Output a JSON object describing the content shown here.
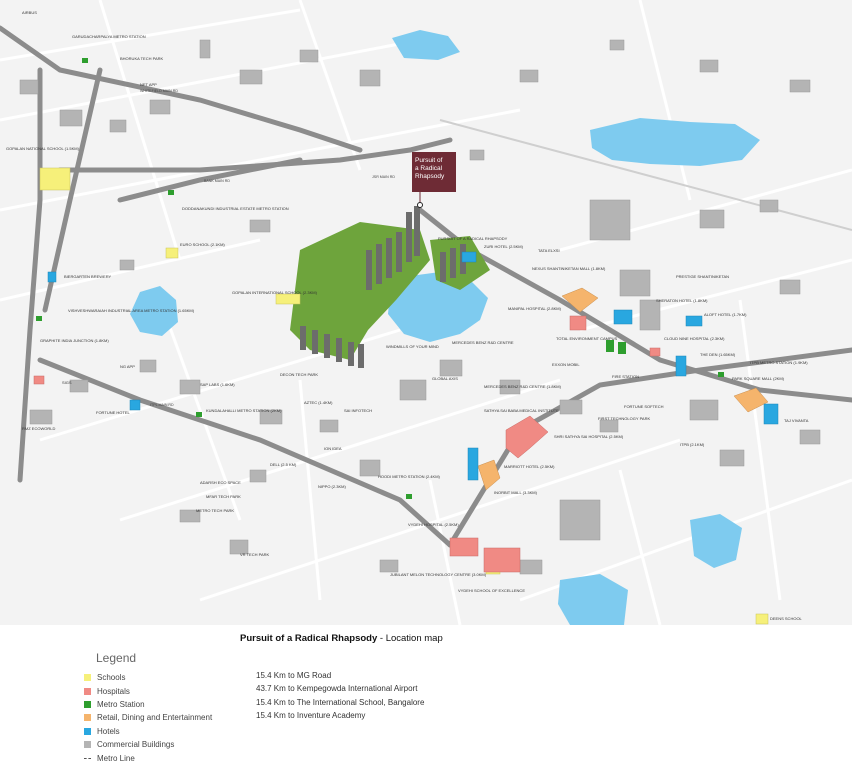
{
  "colors": {
    "schools": "#f6f07a",
    "hospitals": "#f08a84",
    "metro_station": "#2e9e2e",
    "retail": "#f5b46c",
    "hotels": "#29a7e0",
    "commercial": "#b4b4b4",
    "water": "#7ecbef",
    "project_green": "#6ea43c",
    "callout": "#6e2b35",
    "road": "#8c8c8c"
  },
  "callout": {
    "title_line1": "Pursuit of",
    "title_line2": "a Radical",
    "title_line3": "Rhapsody"
  },
  "labels": {
    "airbus": "AIRBUS",
    "garudacharpalya": "GARUDACHARPALYA METRO STATION",
    "bhoruka": "BHORUKA TECH PARK",
    "net_app": "NET APP",
    "gopalan_national": "GOPALAN NATIONAL SCHOOL (1.5KM)",
    "doddanakundi": "DODDANAKUNDI INDUSTRIAL ESTATE METRO STATION",
    "euro_school": "EURO SCHOOL (2.1KM)",
    "gopalan_intl": "GOPALAN INTERNATIONAL SCHOOL (2.3KM)",
    "biergarten": "BIERGARTEN BREWERY",
    "vishveshwaraiah": "VISHVESHWARAIAH INDUSTRIAL AREA METRO STATION (1.65KM)",
    "graphite": "GRAPHITE INDIA JUNCTION (1.8KM)",
    "sigs": "SIGS",
    "ng_app": "NG APP",
    "sap_labs": "SAP LABS (1.6KM)",
    "decon": "DECON TECH PARK",
    "kundalahalli": "KUNDALAHALLI METRO STATION (2KM)",
    "fortune_hotel": "FORTUNE HOTEL",
    "rmz_ecoworld": "RMZ ECOWORLD",
    "dell": "DELL (2.5 KM)",
    "adarsh": "ADARSH ECO SPACE",
    "mfar": "MFAR TECH PARK",
    "metro_tech": "METRO TECH PARK",
    "vr_tech": "VR TECH PARK",
    "whitefield_rd": "WHITEFIELD MAIN RD",
    "bank": "BANK MAIN RD",
    "jsr": "JSR MAIN RD",
    "itpl_road": "ITPL MAIN RD",
    "pursuit_pathways": "PURSUIT OF A RADICAL RHAPSODY",
    "zuri": "ZURI HOTEL (2.5KM)",
    "tata": "TATA ELXSI",
    "nexus": "NEXUS SHANTINIKETAN MALL (1.8KM)",
    "prestige": "PRESTIGE SHANTINIKETAN",
    "sheraton": "SHERATON HOTEL (1.8KM)",
    "aloft": "ALOFT HOTEL (1.7KM)",
    "manipal": "MANIPAL HOSPITAL (2.8KM)",
    "total_env": "TOTAL ENVIRONMENT CAMPUS",
    "cloud_nine": "CLOUD NINE HOSPITAL (2.3KM)",
    "the_den": "THE DEN (1.65KM)",
    "itpb_metro": "ITPB METRO STATION (1.9KM)",
    "park_square": "PARK SQUARE MALL (2KM)",
    "taj_vivanta": "TAJ VIVANTA",
    "windmills": "WINDMILLS OF YOUR MIND",
    "mercedes_rd": "MERCEDES BENZ R&D CENTRE",
    "global_axis": "GLOBAL AXIS",
    "mercedes_centre": "MERCEDES BENZ R&D CENTRE (1.8KM)",
    "sathya_sai": "SATHYA SAI BABA MEDICAL INSTITUTE",
    "exxon": "EXXON MOBIL",
    "fire_station": "FIRE STATION",
    "first_tech": "FIRST TECHNOLOGY PARK",
    "fortune_softech": "FORTUNE SOFTECH",
    "itpl": "ITPB (2.1KM)",
    "ssss_hospital": "SHRI SATHYA SAI HOSPITAL (2.5KM)",
    "marriott": "MARRIOTT HOTEL (2.5KM)",
    "inorbit": "INORBIT MALL (3.3KM)",
    "whitefield_metro": "HOODI METRO STATION (2.4KM)",
    "vydehi_hosp": "VYDEHI HOSPITAL (2.5KM)",
    "jubilant": "JUBILANT MELON TECHNOLOGY CENTRE (3.0KM)",
    "vydehi_school": "VYDEHI SCHOOL OF EXCELLENCE",
    "deens_school": "DEENS SCHOOL",
    "aztec": "AZTEC (1.4KM)",
    "ion_idea": "ION IDEA",
    "sai_infotech": "SAI INFOTECH",
    "nippo": "NIPPO (2.3KM)"
  },
  "caption": {
    "title": "Pursuit of a Radical Rhapsody",
    "suffix": " - Location map"
  },
  "legend": {
    "title": "Legend",
    "items": [
      {
        "label": "Schools",
        "color": "#f6f07a"
      },
      {
        "label": "Hospitals",
        "color": "#f08a84"
      },
      {
        "label": "Metro Station",
        "color": "#2e9e2e"
      },
      {
        "label": "Retail, Dining and Entertainment",
        "color": "#f5b46c"
      },
      {
        "label": "Hotels",
        "color": "#29a7e0"
      },
      {
        "label": "Commercial Buildings",
        "color": "#b4b4b4"
      }
    ],
    "metro_line": "Metro Line"
  },
  "distances": [
    "15.4 Km to MG Road",
    "43.7 Km to Kempegowda International Airport",
    "15.4 Km to The International School, Bangalore",
    "15.4 Km to Inventure Academy"
  ]
}
